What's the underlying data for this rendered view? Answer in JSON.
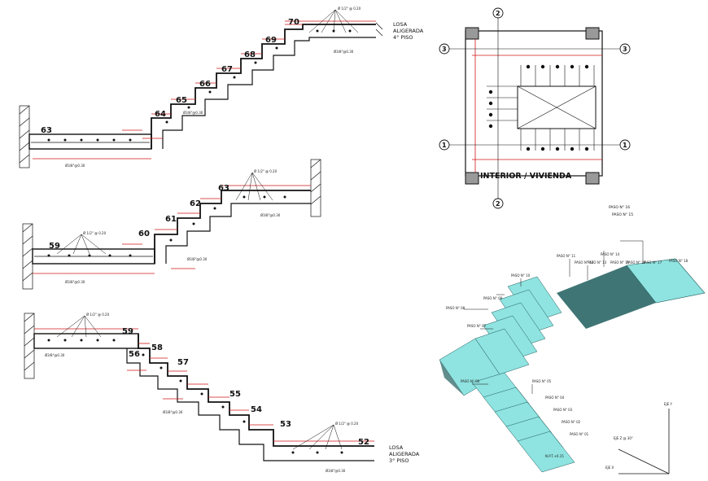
{
  "stair_upper": {
    "steps": [
      "63",
      "64",
      "65",
      "66",
      "67",
      "68",
      "69",
      "70"
    ],
    "rebar_top": "Ø 1/2\" @ 0.20",
    "rebar_bot": "Ø3/8\"@0.30",
    "bar_label": "Ø3/8\"@0.30",
    "landing_label_1": "LOSA",
    "landing_label_2": "ALIGERADA",
    "landing_label_3": "4° PISO"
  },
  "stair_middle": {
    "steps": [
      "59",
      "60",
      "61",
      "62",
      "63"
    ],
    "rebar_top": "Ø 1/2\" @ 0.20",
    "rebar_mid": "Ø 1/2\" @ 0.20",
    "bar_label": "Ø3/8\"@0.30"
  },
  "stair_lower": {
    "steps": [
      "59",
      "58",
      "57",
      "56",
      "55",
      "54",
      "53",
      "52"
    ],
    "rebar_top": "Ø 1/2\" @ 0.20",
    "rebar_end": "Ø 1/2\" @ 0.20",
    "bar_label": "Ø3/8\"@0.30",
    "landing_label_1": "LOSA",
    "landing_label_2": "ALIGERADA",
    "landing_label_3": "3° PISO"
  },
  "plan": {
    "title": "INTERIOR / VIVIENDA",
    "axes_vertical": [
      "2",
      "2"
    ],
    "axes_horizontal": [
      "3",
      "3",
      "1",
      "1"
    ],
    "note_1": "PASO N° 16",
    "note_2": "PASO N° 15"
  },
  "iso": {
    "steps": [
      "PASO N° 11",
      "PASO N° 12",
      "PASO N° 13",
      "PASO N° 14",
      "PASO N° 15",
      "PASO N° 16",
      "PASO N° 17",
      "PASO N° 18",
      "PASO N° 10",
      "PASO N° 09",
      "PASO N° 08",
      "PASO N° 07",
      "PASO N° 06",
      "PASO N° 05",
      "PASO N° 04",
      "PASO N° 03",
      "PASO N° 02",
      "PASO N° 01"
    ],
    "axis_y": "EJE Y",
    "axis_z": "EJE Z @ 30°",
    "axis_x": "EJE X",
    "level": "N.P.T.+0.15"
  },
  "colors": {
    "line": "#1a1a1a",
    "dim": "#d01818",
    "stair_fill": "#8fe3e0",
    "stair_dark": "#1f5d5d"
  }
}
